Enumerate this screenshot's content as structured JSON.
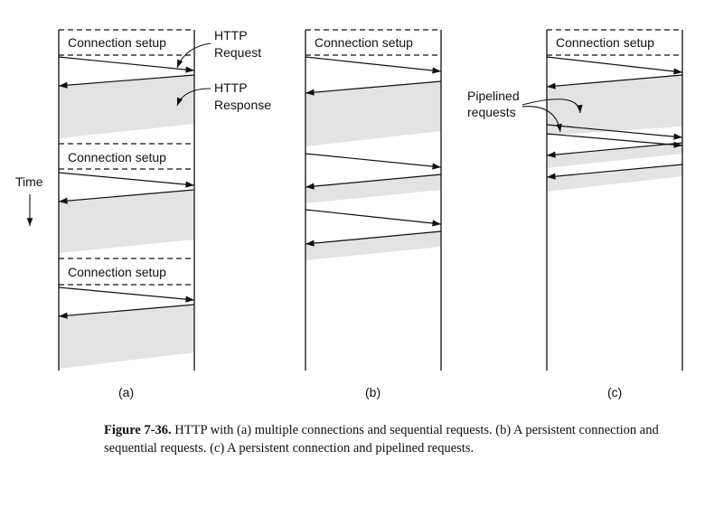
{
  "panels": [
    {
      "label": "(a)",
      "setup_label": "Connection setup"
    },
    {
      "label": "(b)",
      "setup_label": "Connection setup"
    },
    {
      "label": "(c)",
      "setup_label": "Connection setup"
    }
  ],
  "annotations": {
    "http_request": [
      "HTTP",
      "Request"
    ],
    "http_response": [
      "HTTP",
      "Response"
    ],
    "time": "Time",
    "pipelined": [
      "Pipelined",
      "requests"
    ]
  },
  "caption": {
    "figure_label": "Figure 7-36.",
    "text": " HTTP with (a) multiple connections and sequential requests.  (b) A persistent connection and sequential requests.  (c) A persistent connection and pipelined requests."
  }
}
